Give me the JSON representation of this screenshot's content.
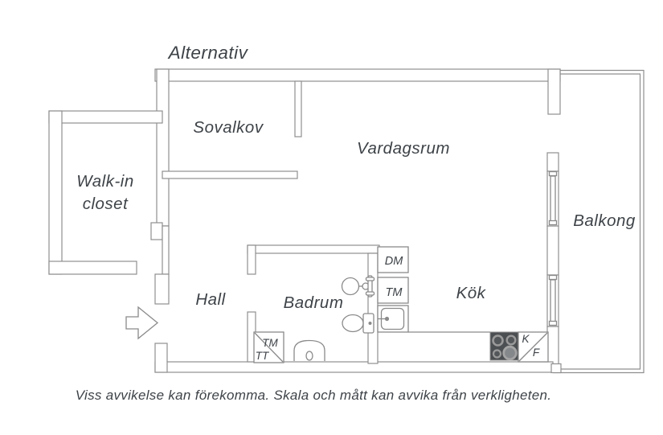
{
  "title": "Alternativ",
  "rooms": {
    "sovalkov": "Sovalkov",
    "vardagsrum": "Vardagsrum",
    "walk_in_closet_line1": "Walk-in",
    "walk_in_closet_line2": "closet",
    "balkong": "Balkong",
    "hall": "Hall",
    "badrum": "Badrum",
    "kok": "Kök"
  },
  "appliances": {
    "dishwasher": "DM",
    "washing_machine_kitchen": "TM",
    "washing_machine_bath": "TM",
    "tumble_dryer_bath": "TT",
    "fridge": "K",
    "freezer": "F"
  },
  "disclaimer": "Viss avvikelse kan förekomma. Skala och mått kan avvika från verkligheten.",
  "colors": {
    "wall_line": "#8f8f8f",
    "text": "#3e4348",
    "stove_body": "#4c4f52",
    "burner_ring": "#9a9a9a",
    "background": "#ffffff"
  }
}
